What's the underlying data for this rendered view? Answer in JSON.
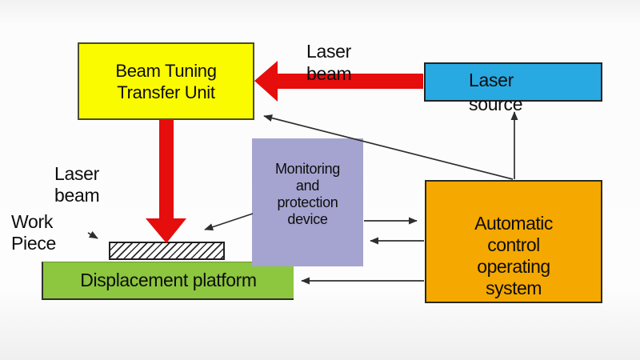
{
  "boxes": {
    "beam_tuning_transfer_unit": {
      "lines": [
        "Beam Tuning",
        "Transfer Unit"
      ],
      "fill": "#FBFB00"
    },
    "laser_source": {
      "lines": [
        "Laser",
        "source"
      ],
      "fill": "#29A9E1"
    },
    "monitoring_protection_device": {
      "lines": [
        "Monitoring",
        "and",
        "protection",
        "device"
      ],
      "fill": "#A5A4D0"
    },
    "automatic_control_operating_system": {
      "lines": [
        "Automatic",
        "control",
        "operating",
        "system"
      ],
      "fill": "#F5A800"
    },
    "displacement_platform": {
      "lines": [
        "Displacement platform"
      ],
      "fill": "#8DC63F"
    }
  },
  "labels": {
    "laser_beam_top": {
      "lines": [
        "Laser",
        "beam"
      ]
    },
    "laser_beam_left": {
      "lines": [
        "Laser",
        "beam"
      ]
    },
    "work_piece": {
      "lines": [
        "Work",
        "Piece"
      ]
    }
  },
  "colors": {
    "laser_red": "#E60D0D",
    "connector": "#2E2E2E"
  }
}
